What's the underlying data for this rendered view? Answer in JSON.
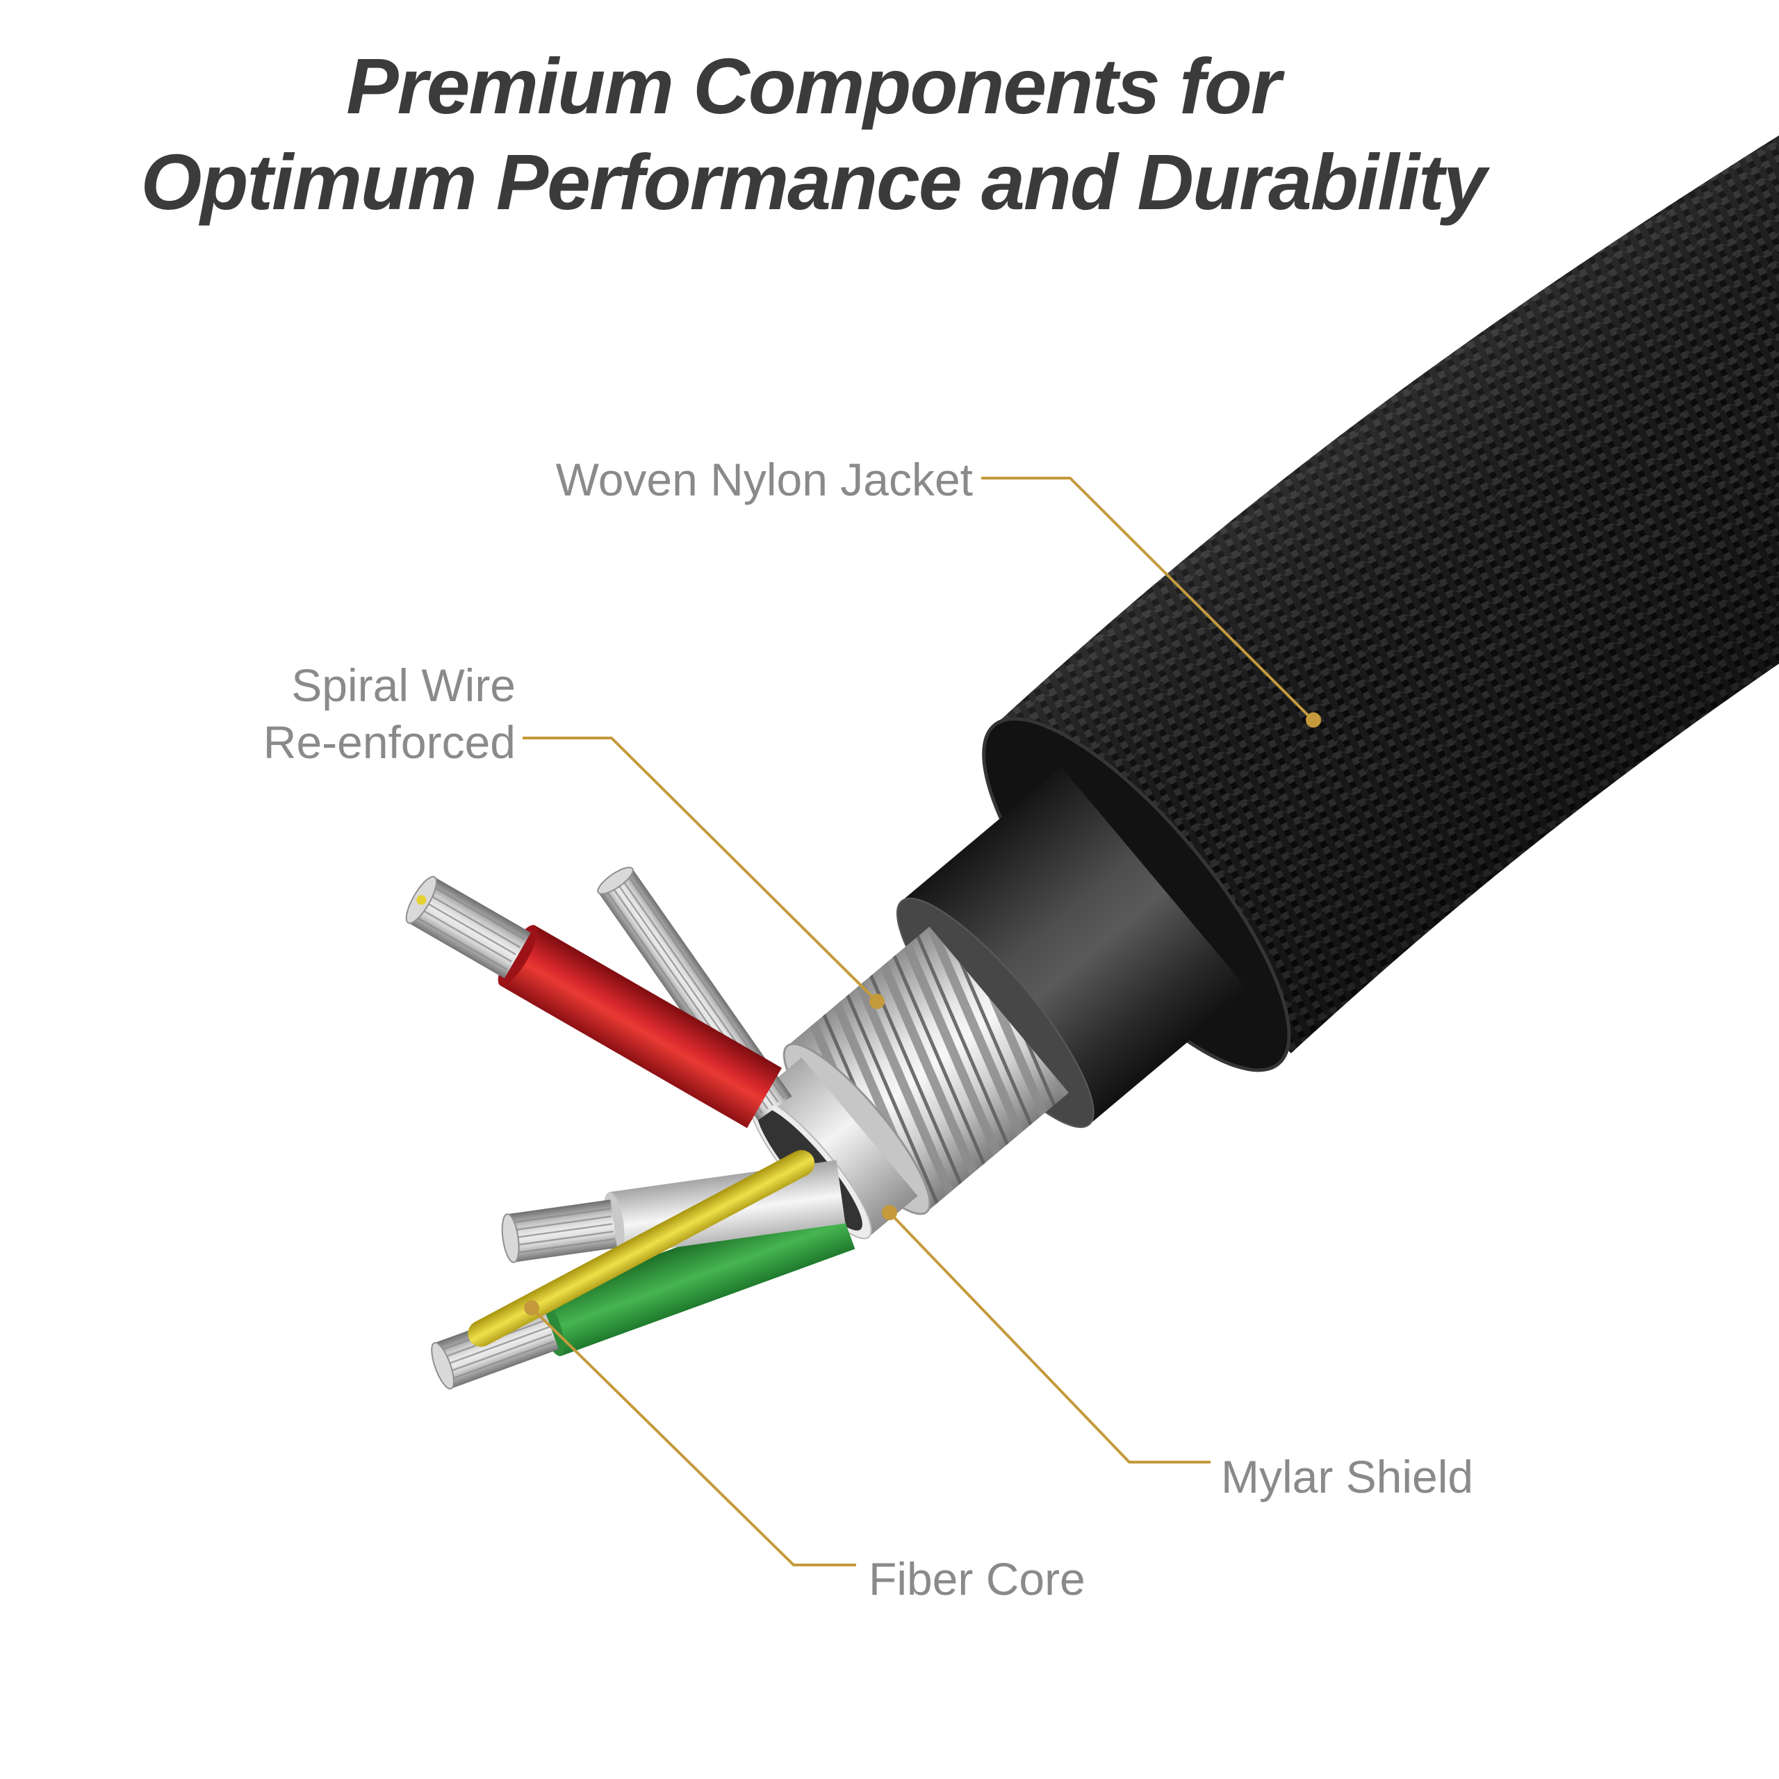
{
  "title": {
    "line1": "Premium Components for",
    "line2": "Optimum Performance and Durability"
  },
  "callouts": {
    "woven_nylon_jacket": "Woven Nylon Jacket",
    "spiral_wire_line1": "Spiral Wire",
    "spiral_wire_line2": "Re-enforced",
    "mylar_shield": "Mylar Shield",
    "fiber_core": "Fiber Core"
  },
  "diagram": {
    "subject": "braided-cable-cutaway",
    "parts": [
      "woven-nylon-jacket",
      "inner-rubber-jacket",
      "spiral-wire-reinforcement",
      "mylar-shield",
      "red-insulated-wire",
      "white-insulated-wire",
      "green-insulated-wire",
      "bare-drain-wire",
      "fiber-core-strand"
    ],
    "colors": {
      "accent_gold": "#C49A3C",
      "label_gray": "#8A8A8A",
      "title_charcoal": "#3B3B3B",
      "jacket_black": "#111111",
      "inner_jacket_gray": "#4E4E4E",
      "wire_red": "#E93A33",
      "wire_green": "#46B551",
      "wire_white": "#F6F6F6",
      "fiber_yellow": "#EFE04A",
      "shield_silver": "#D9D9D9"
    }
  }
}
